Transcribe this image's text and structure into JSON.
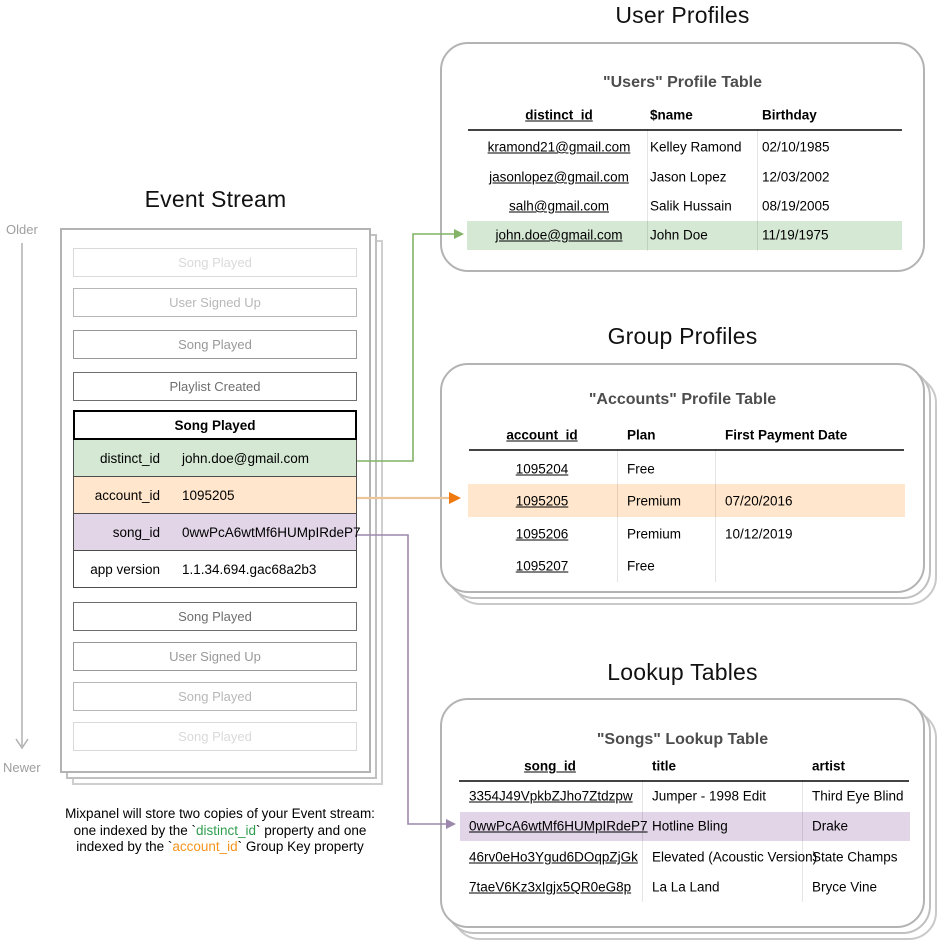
{
  "colors": {
    "highlight_green": "#d5e8d4",
    "highlight_orange": "#ffe6cc",
    "highlight_purple": "#e1d5e7",
    "arrow_green": "#82b366",
    "arrow_orange_line": "#ecc49a",
    "arrow_orange_head": "#f0790f",
    "arrow_purple": "#9c89ad",
    "caption_code_green": "#2f9e4f",
    "caption_code_orange": "#f5941d"
  },
  "event_stream": {
    "title": "Event Stream",
    "older_label": "Older",
    "newer_label": "Newer",
    "events_before": [
      "Song Played",
      "User Signed Up",
      "Song Played",
      "Playlist Created"
    ],
    "focused_event": {
      "title": "Song Played",
      "properties": [
        {
          "key": "distinct_id",
          "value": "john.doe@gmail.com",
          "highlight": "green"
        },
        {
          "key": "account_id",
          "value": "1095205",
          "highlight": "orange"
        },
        {
          "key": "song_id",
          "value": "0wwPcA6wtMf6HUMpIRdeP7",
          "highlight": "purple"
        },
        {
          "key": "app version",
          "value": "1.1.34.694.gac68a2b3",
          "highlight": "none"
        }
      ]
    },
    "events_after": [
      "Song Played",
      "User Signed Up",
      "Song Played",
      "Song Played"
    ]
  },
  "user_profiles": {
    "section_title": "User Profiles",
    "table_title": "\"Users\" Profile Table",
    "columns": [
      "distinct_id",
      "$name",
      "Birthday"
    ],
    "rows": [
      [
        "kramond21@gmail.com",
        "Kelley Ramond",
        "02/10/1985"
      ],
      [
        "jasonlopez@gmail.com",
        "Jason Lopez",
        "12/03/2002"
      ],
      [
        "salh@gmail.com",
        "Salik Hussain",
        "08/19/2005"
      ],
      [
        "john.doe@gmail.com",
        "John Doe",
        "11/19/1975"
      ]
    ],
    "highlighted_row_index": 3
  },
  "group_profiles": {
    "section_title": "Group Profiles",
    "table_title": "\"Accounts\" Profile Table",
    "columns": [
      "account_id",
      "Plan",
      "First Payment Date"
    ],
    "rows": [
      [
        "1095204",
        "Free",
        ""
      ],
      [
        "1095205",
        "Premium",
        "07/20/2016"
      ],
      [
        "1095206",
        "Premium",
        "10/12/2019"
      ],
      [
        "1095207",
        "Free",
        ""
      ]
    ],
    "highlighted_row_index": 1
  },
  "lookup_tables": {
    "section_title": "Lookup Tables",
    "table_title": "\"Songs\" Lookup Table",
    "columns": [
      "song_id",
      "title",
      "artist"
    ],
    "rows": [
      [
        "3354J49VpkbZJho7Ztdzpw",
        "Jumper - 1998 Edit",
        "Third Eye Blind"
      ],
      [
        "0wwPcA6wtMf6HUMpIRdeP7",
        "Hotline Bling",
        "Drake"
      ],
      [
        "46rv0eHo3Ygud6DOqpZjGk",
        "Elevated (Acoustic Version)",
        "State Champs"
      ],
      [
        "7taeV6Kz3xIgjx5QR0eG8p",
        "La La Land",
        "Bryce Vine"
      ]
    ],
    "highlighted_row_index": 1
  },
  "caption": {
    "line1": "Mixpanel will store two copies of your Event stream:",
    "line2_prefix": "one indexed by the `",
    "line2_code": "distinct_id",
    "line2_suffix": "` property and one",
    "line3_prefix": "indexed by the `",
    "line3_code": "account_id",
    "line3_suffix": "` Group Key property"
  }
}
